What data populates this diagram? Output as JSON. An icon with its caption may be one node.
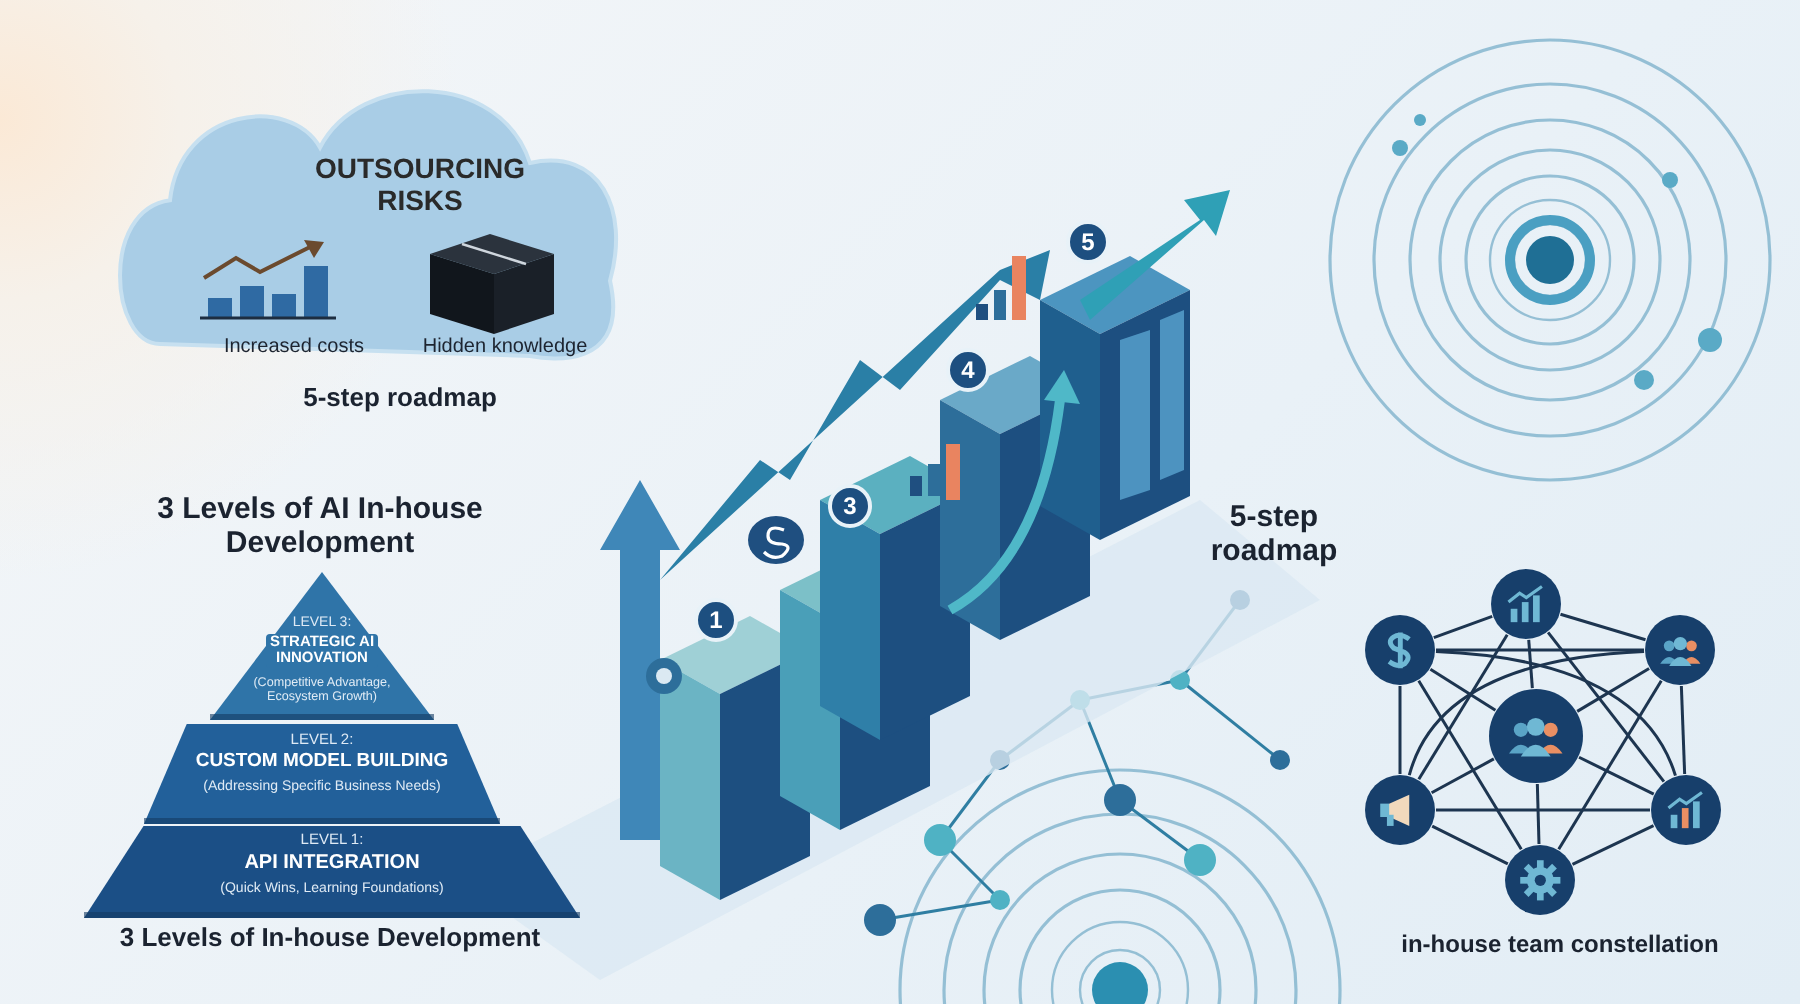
{
  "diagram": {
    "nodes": [
      {
        "text": [
          "OUTSOURCING RISKS",
          "Increased costs",
          "Hidden knowledge"
        ]
      },
      {
        "text": [
          "LEVEL 3:",
          "STRATEGIC AI INNOVATION",
          "(Competitive Advantage, Ecosystem Growth)"
        ]
      },
      {
        "text": [
          "LEVEL 2:",
          "CUSTOM MODEL BUILDING",
          "(Addressing Specific Business Needs)"
        ]
      },
      {
        "text": [
          "LEVEL 1:",
          "API INTEGRATION",
          "(Quick Wins, Learning Foundations)"
        ]
      },
      {
        "text": [],
        "shape": "circle"
      },
      {
        "text": [],
        "shape": "circle"
      },
      {
        "text": [],
        "shape": "circle"
      },
      {
        "text": [],
        "shape": "circle"
      },
      {
        "text": [],
        "shape": "circle"
      },
      {
        "text": [],
        "shape": "circle"
      },
      {
        "text": [],
        "shape": "circle"
      }
    ],
    "edges": [
      {
        "from": 4,
        "to": 5,
        "arrow": "none"
      },
      {
        "from": 4,
        "to": 6,
        "arrow": "none"
      },
      {
        "from": 5,
        "to": 8,
        "arrow": "none"
      },
      {
        "from": 6,
        "to": 9,
        "arrow": "none"
      },
      {
        "from": 8,
        "to": 10,
        "arrow": "none"
      },
      {
        "from": 9,
        "to": 10,
        "arrow": "none"
      },
      {
        "from": 7,
        "to": 4,
        "arrow": "none"
      },
      {
        "from": 7,
        "to": 5,
        "arrow": "none"
      },
      {
        "from": 7,
        "to": 6,
        "arrow": "none"
      },
      {
        "from": 7,
        "to": 8,
        "arrow": "none"
      },
      {
        "from": 7,
        "to": 9,
        "arrow": "none"
      },
      {
        "from": 7,
        "to": 10,
        "arrow": "none"
      },
      {
        "from": 4,
        "to": 8,
        "arrow": "none"
      },
      {
        "from": 4,
        "to": 9,
        "arrow": "none"
      },
      {
        "from": 5,
        "to": 6,
        "arrow": "none"
      },
      {
        "from": 5,
        "to": 9,
        "arrow": "none"
      },
      {
        "from": 5,
        "to": 10,
        "arrow": "none"
      },
      {
        "from": 6,
        "to": 8,
        "arrow": "none"
      },
      {
        "from": 6,
        "to": 10,
        "arrow": "none"
      },
      {
        "from": 8,
        "to": 9,
        "arrow": "none"
      }
    ],
    "labels": [
      "5-step roadmap",
      "3 Levels of AI In-house Development",
      "5",
      "4",
      "3",
      "1",
      "5-step roadmap",
      "3 Levels of In-house Development",
      "in-house team constellation"
    ]
  }
}
